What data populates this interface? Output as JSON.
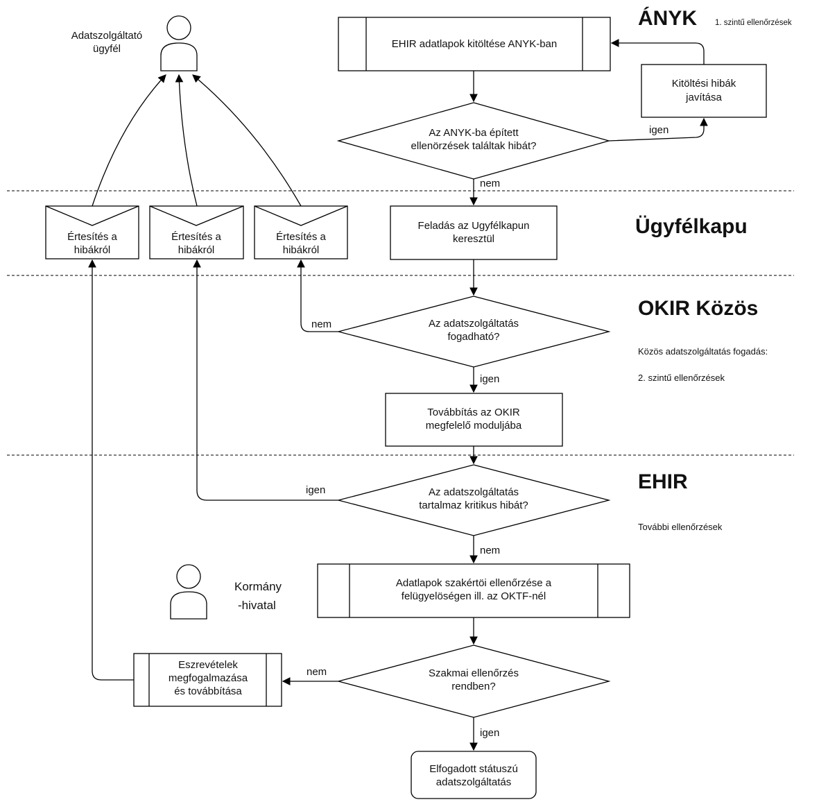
{
  "zones": {
    "anyk": {
      "title": "ÁNYK",
      "subtitle": "1. szintű ellenőrzések"
    },
    "ugyfelkapu": {
      "title": "Ügyfélkapu"
    },
    "okir": {
      "title": "OKIR Közös",
      "note1": "Közös adatszolgáltatás fogadás:",
      "note2": "2. szintű ellenőrzések"
    },
    "ehir": {
      "title": "EHIR",
      "note1": "További ellenőrzések"
    }
  },
  "actors": {
    "client": {
      "line1": "Adatszolgáltató",
      "line2": "ügyfél"
    },
    "govoffice": {
      "line1": "Kormány",
      "line2": "-hivatal"
    }
  },
  "nodes": {
    "fill_forms": {
      "line1": "EHIR adatlapok kitöltése ANYK-ban"
    },
    "fix_errors": {
      "line1": "Kitöltési hibák",
      "line2": "javítása"
    },
    "anyk_check": {
      "line1": "Az ANYK-ba épített",
      "line2": "ellenörzések találtak hibát?"
    },
    "submit": {
      "line1": "Feladás az Ugyfélkapun",
      "line2": "keresztül"
    },
    "acceptable": {
      "line1": "Az adatszolgáltatás",
      "line2": "fogadható?"
    },
    "forward": {
      "line1": "Továbbítás az OKIR",
      "line2": "megfelelő moduljába"
    },
    "critical": {
      "line1": "Az adatszolgáltatás",
      "line2": "tartalmaz kritikus hibát?"
    },
    "expert": {
      "line1": "Adatlapok szakértöi ellenőrzése a",
      "line2": "felügyelöségen ill. az OKTF-nél"
    },
    "professional": {
      "line1": "Szakmai ellenőrzés",
      "line2": "rendben?"
    },
    "remarks": {
      "line1": "Eszrevételek",
      "line2": "megfogalmazása",
      "line3": "és továbbítása"
    },
    "accepted": {
      "line1": "Elfogadott státuszú",
      "line2": "adatszolgáltatás"
    },
    "notify1": {
      "line1": "Értesítés a",
      "line2": "hibákról"
    },
    "notify2": {
      "line1": "Értesítés a",
      "line2": "hibákról"
    },
    "notify3": {
      "line1": "Értesítés a",
      "line2": "hibákról"
    }
  },
  "edge_labels": {
    "anyk_yes": "igen",
    "anyk_no": "nem",
    "accept_no": "nem",
    "accept_yes": "igen",
    "critical_yes": "igen",
    "critical_no": "nem",
    "prof_no": "nem",
    "prof_yes": "igen"
  }
}
